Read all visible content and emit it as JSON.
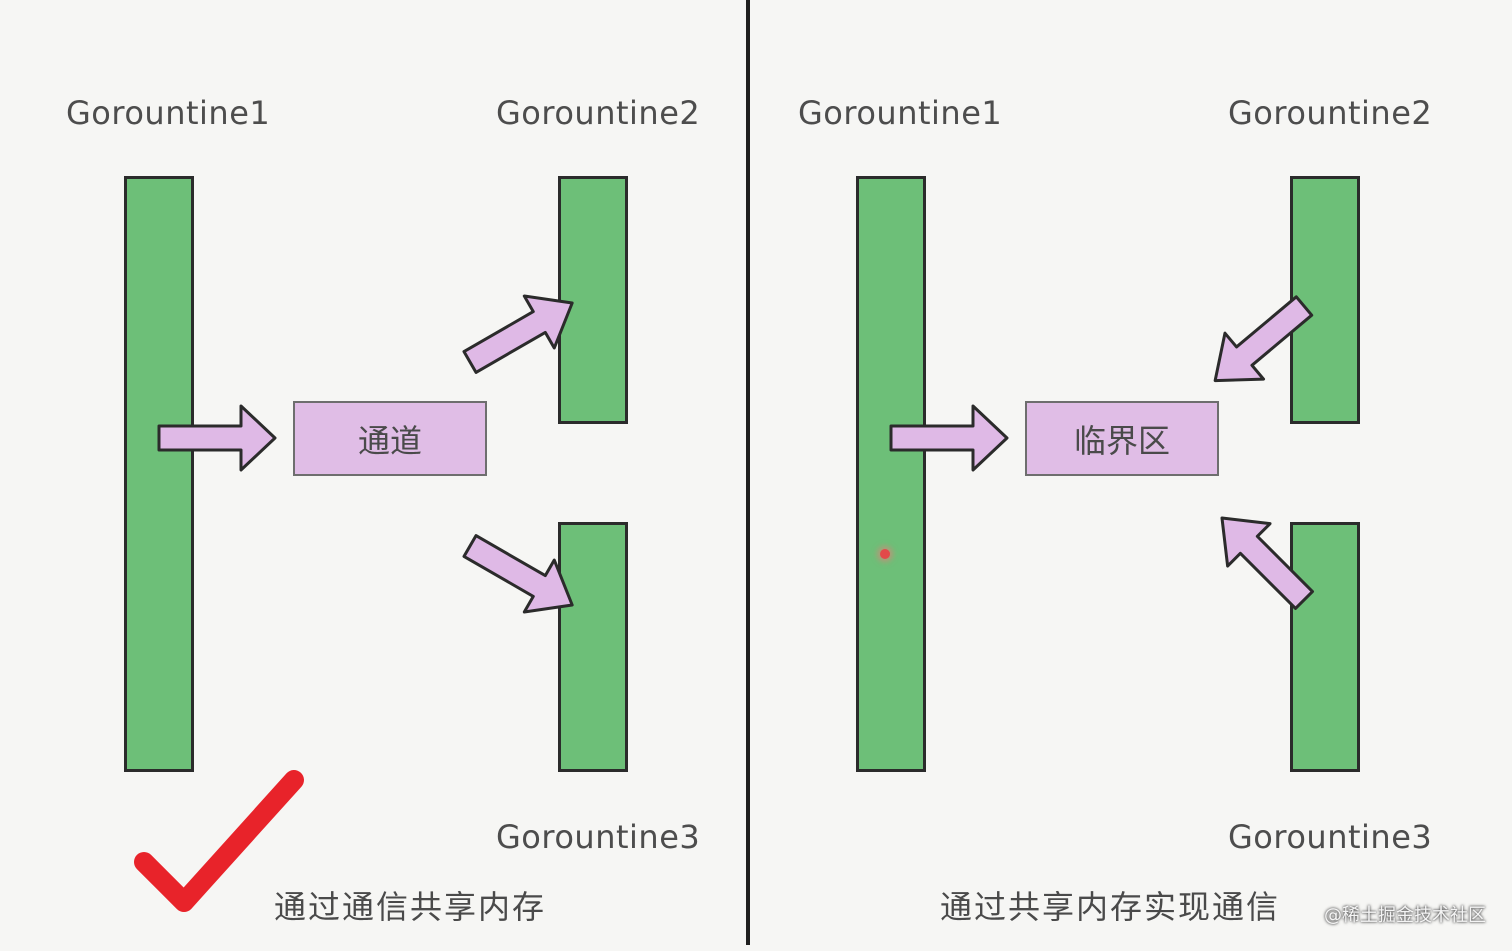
{
  "left": {
    "g1": "Gorountine1",
    "g2": "Gorountine2",
    "g3": "Gorountine3",
    "box": "通道",
    "caption": "通过通信共享内存"
  },
  "right": {
    "g1": "Gorountine1",
    "g2": "Gorountine2",
    "g3": "Gorountine3",
    "box": "临界区",
    "caption": "通过共享内存实现通信"
  },
  "watermark": "@稀土掘金技术社区",
  "colors": {
    "bar": "#6dbf78",
    "box": "#e0bde6",
    "arrow": "#dfb9e6",
    "check": "#e8232a"
  }
}
